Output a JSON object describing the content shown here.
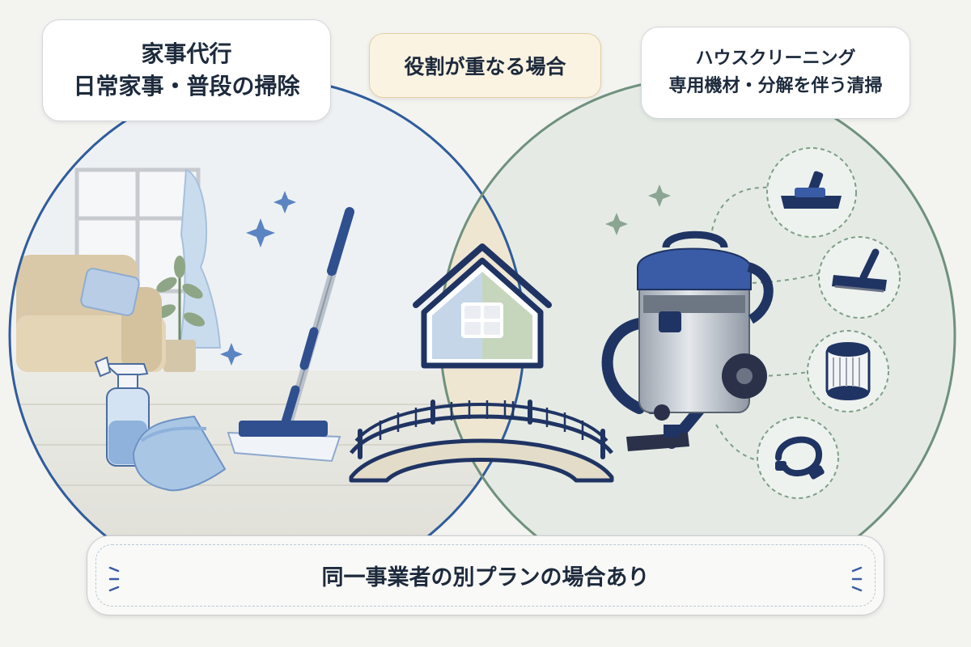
{
  "left_card": {
    "line1": "家事代行",
    "line2": "日常家事・普段の掃除"
  },
  "center_card": {
    "label": "役割が重なる場合"
  },
  "right_card": {
    "line1": "ハウスクリーニング",
    "line2": "専用機材・分解を伴う清掃"
  },
  "banner": {
    "text": "同一事業者の別プランの場合あり"
  },
  "colors": {
    "left_circle_stroke": "#2f5c9c",
    "right_circle_stroke": "#6f917d",
    "overlap_fill": "#efe6d2",
    "navy": "#1f3463",
    "blue": "#3a5ba6"
  },
  "icons": {
    "house": "house-icon",
    "bridge": "bridge-icon",
    "vacuum": "vacuum-icon",
    "mop": "mop-icon",
    "spray": "spray-bottle-icon",
    "cloth": "cloth-icon",
    "nozzle": "floor-nozzle-icon",
    "squeegee": "squeegee-nozzle-icon",
    "filter": "filter-icon",
    "hose": "hose-icon",
    "sparkle": "sparkle-icon"
  }
}
